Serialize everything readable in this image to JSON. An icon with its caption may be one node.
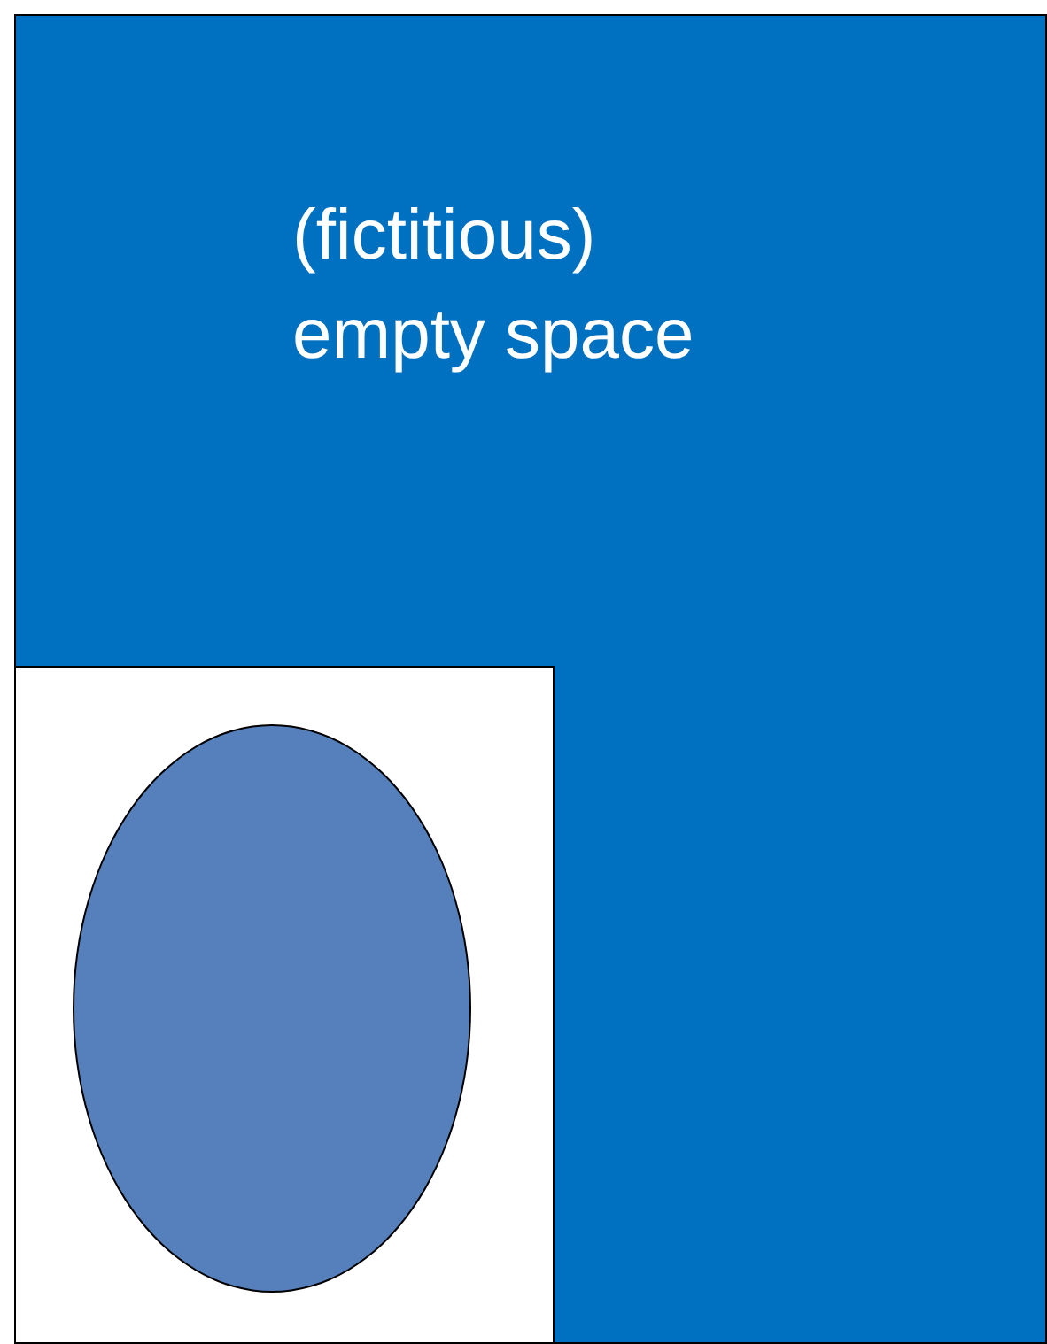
{
  "diagram": {
    "nodes": [
      {
        "text": [
          "(fictitious) empty space"
        ]
      },
      {
        "text": [],
        "shape": "box",
        "in": 0
      },
      {
        "text": [],
        "shape": "ellipse",
        "in": 1
      }
    ]
  }
}
